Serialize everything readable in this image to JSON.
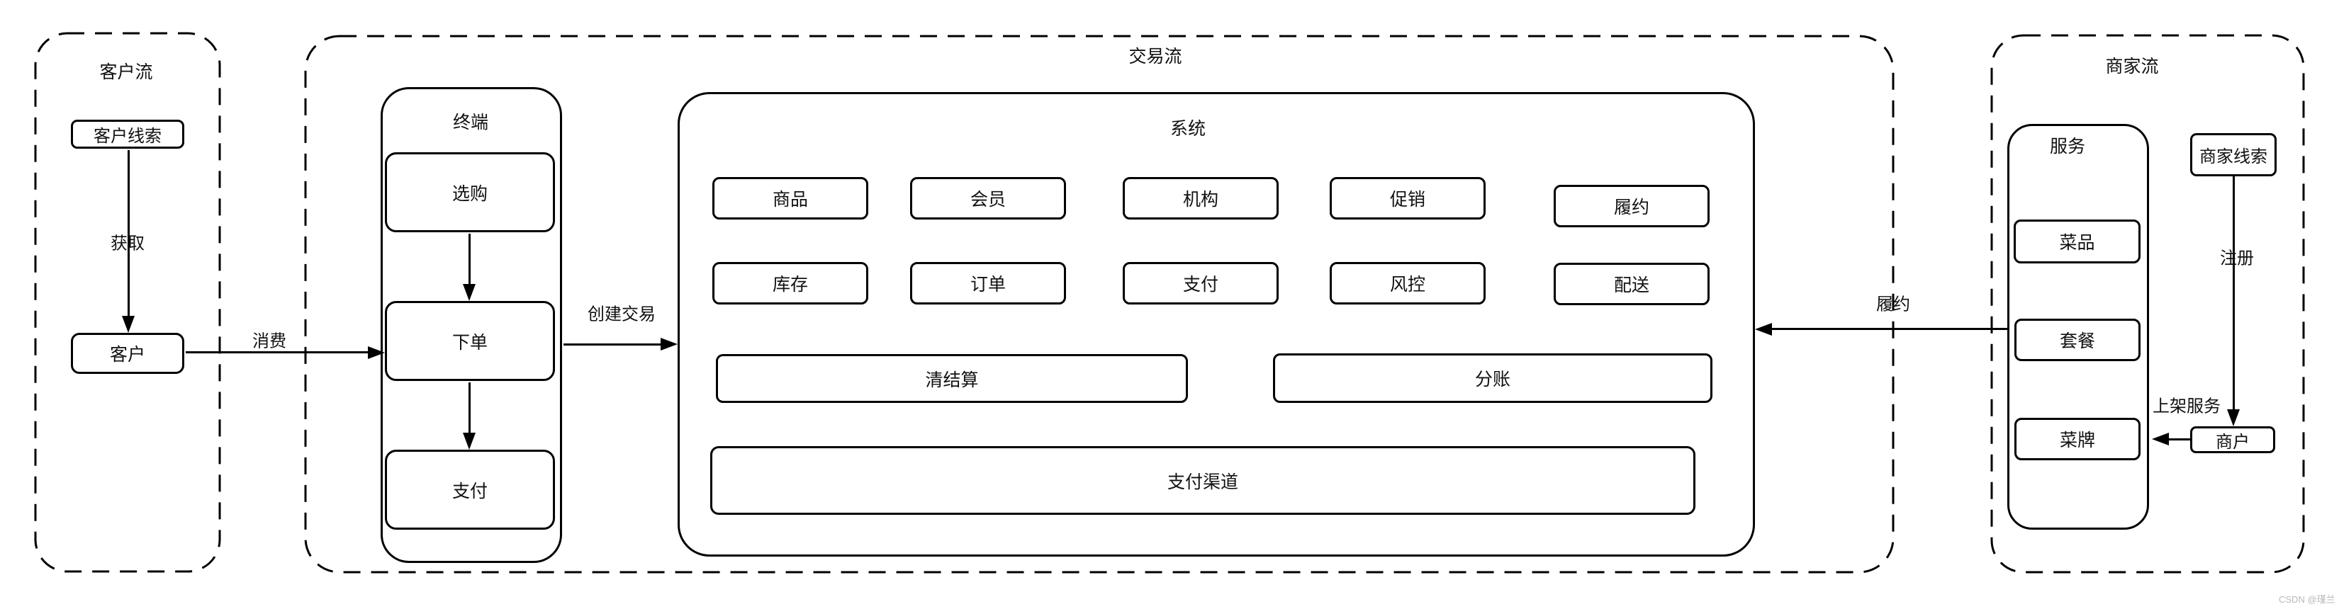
{
  "colors": {
    "stroke": "#000000",
    "text": "#111111",
    "watermark": "#b8b8b8",
    "background": "#ffffff"
  },
  "watermark": "CSDN @瑾兰",
  "customer_flow": {
    "title": "客户流",
    "lead": "客户线索",
    "customer": "客户"
  },
  "transaction_flow": {
    "title": "交易流",
    "terminal": {
      "title": "终端",
      "shop": "选购",
      "order": "下单",
      "pay": "支付"
    },
    "system": {
      "title": "系统",
      "row1": [
        "商品",
        "会员",
        "机构",
        "促销",
        "履约"
      ],
      "row2": [
        "库存",
        "订单",
        "支付",
        "风控",
        "配送"
      ],
      "clearing": "清结算",
      "split": "分账",
      "channel": "支付渠道"
    }
  },
  "merchant_flow": {
    "title": "商家流",
    "service": {
      "title": "服务",
      "items": [
        "菜品",
        "套餐",
        "菜牌"
      ]
    },
    "lead": "商家线索",
    "merchant": "商户"
  },
  "edges": {
    "acquire": "获取",
    "consume": "消费",
    "create": "创建交易",
    "fulfill": "履约",
    "register": "注册",
    "publish": "上架服务"
  }
}
